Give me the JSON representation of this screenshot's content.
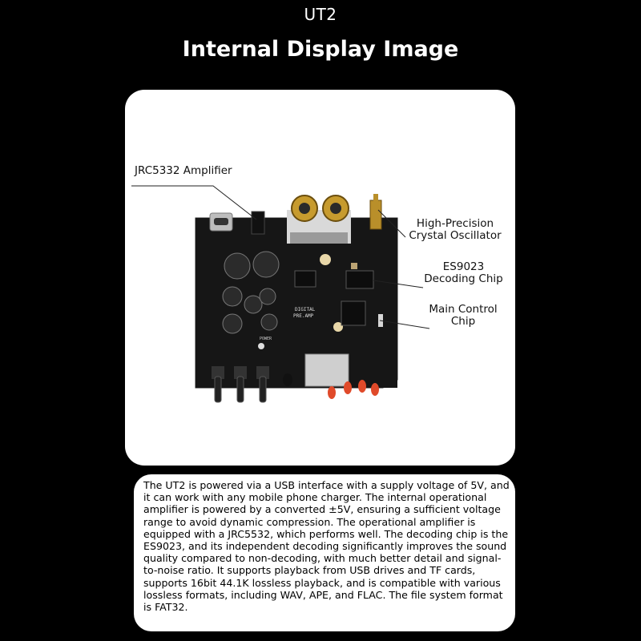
{
  "header": {
    "model": "UT2",
    "title": "Internal Display Image"
  },
  "callouts": {
    "amplifier": "JRC5332 Amplifier",
    "oscillator_line1": "High-Precision",
    "oscillator_line2": "Crystal Oscillator",
    "decoder_line1": "ES9023",
    "decoder_line2": "Decoding Chip",
    "control_line1": "Main Control",
    "control_line2": "Chip"
  },
  "board_silkscreen": {
    "digital_preamp_1": "DIGITAL",
    "digital_preamp_2": "PRE.AMP",
    "power": "POWER"
  },
  "description": "The UT2 is powered via a USB interface with a supply voltage of 5V, and it can work with any mobile phone charger. The internal operational amplifier is powered by a converted ±5V, ensuring a sufficient voltage range to avoid dynamic compression. The operational amplifier is equipped with a JRC5532, which performs well. The decoding chip is the ES9023, and its independent decoding significantly improves the sound quality compared to non-decoding, with much better detail and signal-to-noise ratio. It supports playback from USB drives and TF cards, supports 16bit 44.1K lossless playback, and is compatible with various lossless formats, including WAV, APE, and FLAC. The file system format is FAT32."
}
